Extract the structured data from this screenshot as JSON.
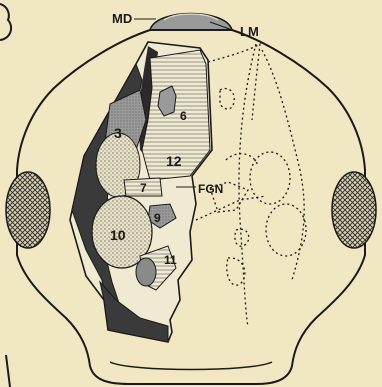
{
  "figure": {
    "colors": {
      "paper": "#f1e7c3",
      "ink": "#1a1a1a",
      "dark_fill": "#3a3a3a",
      "mid_fill": "#8a8a8a",
      "light_fill": "#cfcfcf"
    },
    "labels": {
      "md": "MD",
      "lm": "LM",
      "fgn": "FGN",
      "n3": "3",
      "n6": "6",
      "n7": "7",
      "n9": "9",
      "n10": "10",
      "n11": "11",
      "n12": "12"
    }
  }
}
